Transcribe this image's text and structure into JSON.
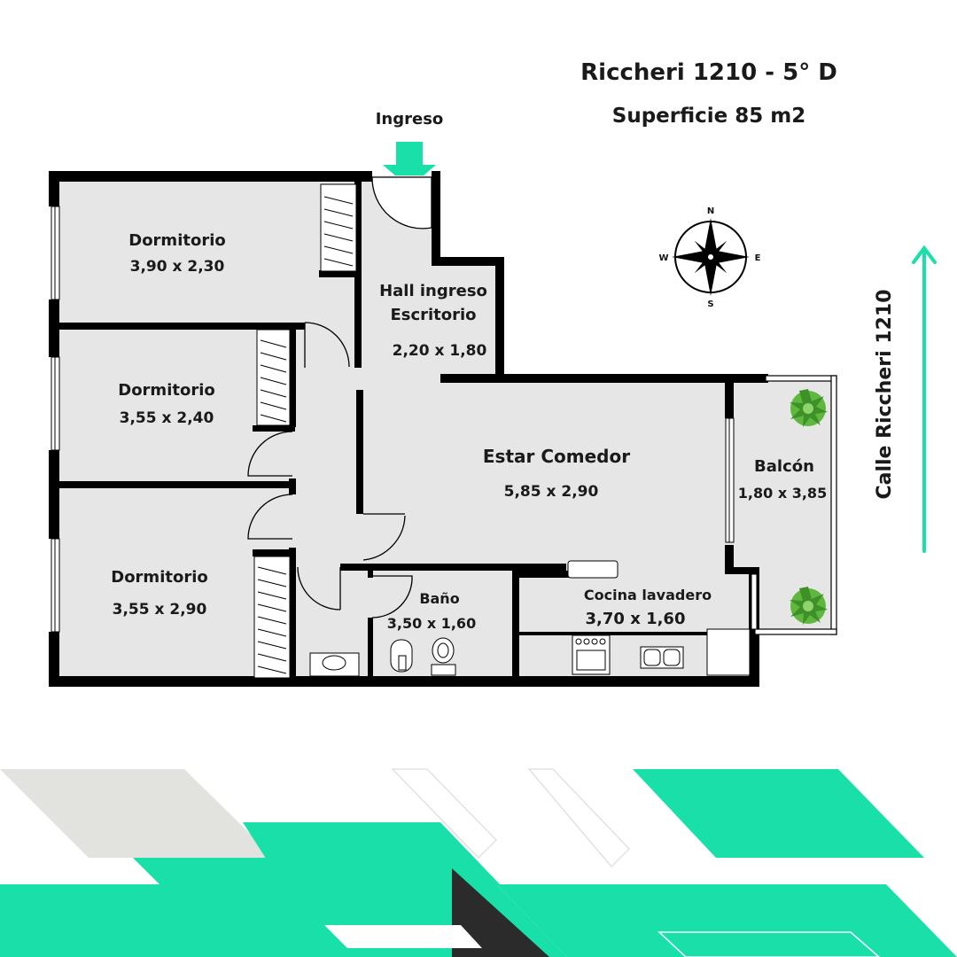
{
  "header": {
    "title": "Riccheri 1210 - 5° D",
    "subtitle": "Superficie 85 m2"
  },
  "entrance_label": "Ingreso",
  "street_label": "Calle Riccheri 1210",
  "compass": {
    "n": "N",
    "s": "S",
    "e": "E",
    "w": "W"
  },
  "rooms": {
    "dorm1": {
      "name": "Dormitorio",
      "dims": "3,90 x 2,30"
    },
    "dorm2": {
      "name": "Dormitorio",
      "dims": "3,55 x 2,40"
    },
    "dorm3": {
      "name": "Dormitorio",
      "dims": "3,55 x 2,90"
    },
    "hall": {
      "name_line1": "Hall ingreso",
      "name_line2": "Escritorio",
      "dims": "2,20 x 1,80"
    },
    "living": {
      "name": "Estar Comedor",
      "dims": "5,85 x 2,90"
    },
    "balcony": {
      "name": "Balcón",
      "dims": "1,80 x 3,85"
    },
    "bath": {
      "name": "Baño",
      "dims": "3,50 x 1,60"
    },
    "kitchen": {
      "name": "Cocina lavadero",
      "dims": "3,70 x 1,60"
    }
  },
  "colors": {
    "accent": "#19e0a8",
    "floor": "#e6e6e6",
    "wall": "#000000",
    "grey_shape": "#e2e2de"
  }
}
